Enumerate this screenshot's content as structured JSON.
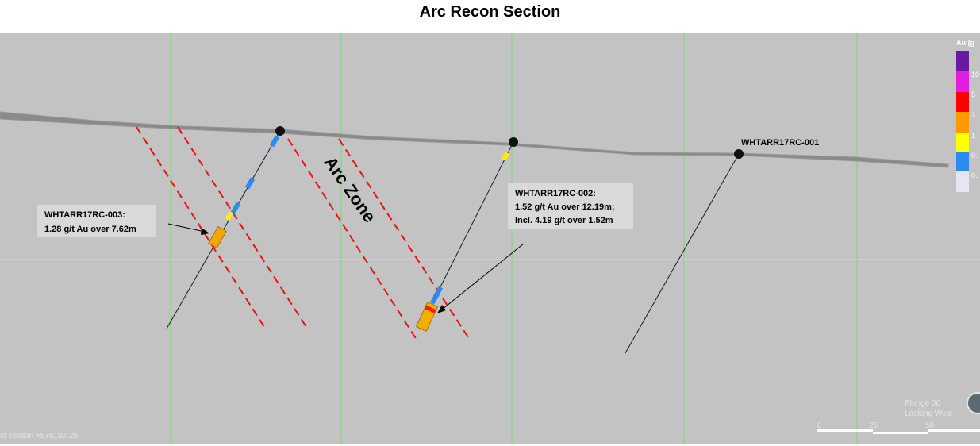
{
  "title": "Arc Recon Section",
  "zone_label": "Arc Zone",
  "holes": [
    {
      "id": "WHTARR17RC-001",
      "label": "WHTARR17RC-001"
    },
    {
      "id": "WHTARR17RC-002",
      "line1": "WHTARR17RC-002:",
      "line2": "1.52 g/t Au over 12.19m;",
      "line3": "Incl. 4.19 g/t over 1.52m"
    },
    {
      "id": "WHTARR17RC-003",
      "line1": "WHTARR17RC-003:",
      "line2": "1.28 g/t Au over 7.62m"
    }
  ],
  "legend": {
    "title": "Au (g",
    "labels": [
      "10",
      "5",
      "3",
      "1",
      "0.",
      "0."
    ],
    "colors": [
      "#6a1aa0",
      "#e020e0",
      "#ff0000",
      "#ff9900",
      "#ffff00",
      "#2a8cf0",
      "#e8e4f4"
    ]
  },
  "section_label": "st section +576107.25",
  "view": {
    "plunge": "Plunge 00",
    "looking": "Looking West"
  },
  "scale": {
    "ticks": [
      "0",
      "25",
      "50"
    ]
  },
  "colors": {
    "background": "#c3c3c3",
    "zone_line": "#ee1111",
    "grid": "#66dd66"
  }
}
